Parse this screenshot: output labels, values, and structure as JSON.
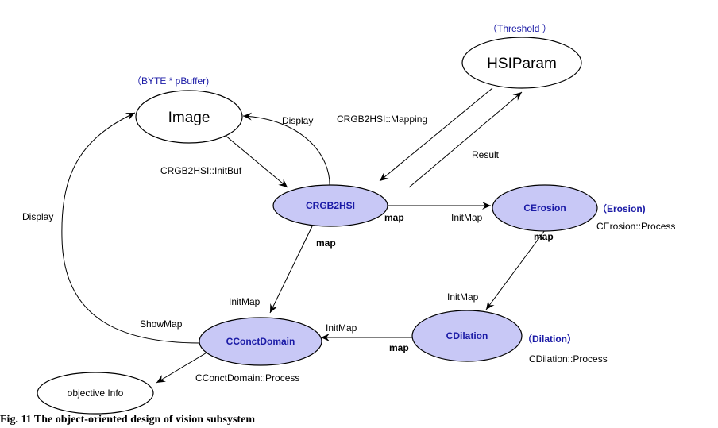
{
  "nodes": {
    "hsiparam": "HSIParam",
    "image": "Image",
    "crgb2hsi": "CRGB2HSI",
    "cerosion": "CErosion",
    "cdilation": "CDilation",
    "cconctdomain": "CConctDomain",
    "objective_info": "objective  Info"
  },
  "annotations": {
    "threshold": "（Threshold ）",
    "byte_buffer": "（BYTE * pBuffer)",
    "erosion": "（Erosion)",
    "dilation": "（Dilation）"
  },
  "edges": {
    "display_top": "Display",
    "display_left": "Display",
    "initbuf": "CRGB2HSI::InitBuf",
    "mapping": "CRGB2HSI::Mapping",
    "result": "Result",
    "map_right": "map",
    "initmap_erosion": "InitMap",
    "cerosion_process": "CErosion::Process",
    "map_erosion": "map",
    "map_down": "map",
    "initmap_domain": "InitMap",
    "initmap_dilation": "InitMap",
    "initmap_left": "InitMap",
    "map_dilation": "map",
    "cdilation_process": "CDilation::Process",
    "showmap": "ShowMap",
    "cconctdomain_process": "CConctDomain::Process"
  },
  "caption": "Fig. 11 The object-oriented design of vision subsystem"
}
